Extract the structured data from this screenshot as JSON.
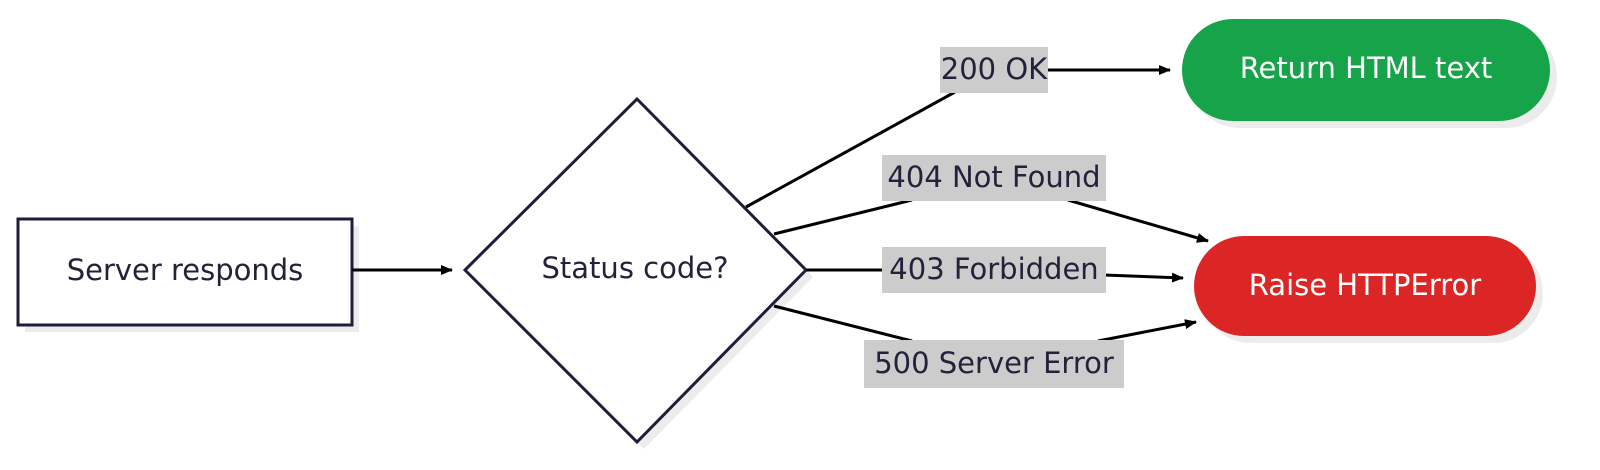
{
  "nodes": {
    "start": {
      "label": "Server responds"
    },
    "decision": {
      "label": "Status code?"
    },
    "success": {
      "label": "Return HTML text",
      "color": "#16a34a"
    },
    "error": {
      "label": "Raise HTTPError",
      "color": "#dc2626"
    }
  },
  "edges": {
    "ok": {
      "label": "200 OK"
    },
    "not_found": {
      "label": "404 Not Found"
    },
    "forbidden": {
      "label": "403 Forbidden"
    },
    "server_error": {
      "label": "500 Server Error"
    }
  },
  "colors": {
    "stroke": "#1e1e38",
    "label_background": "#cccccc",
    "shadow": "#ececec"
  }
}
